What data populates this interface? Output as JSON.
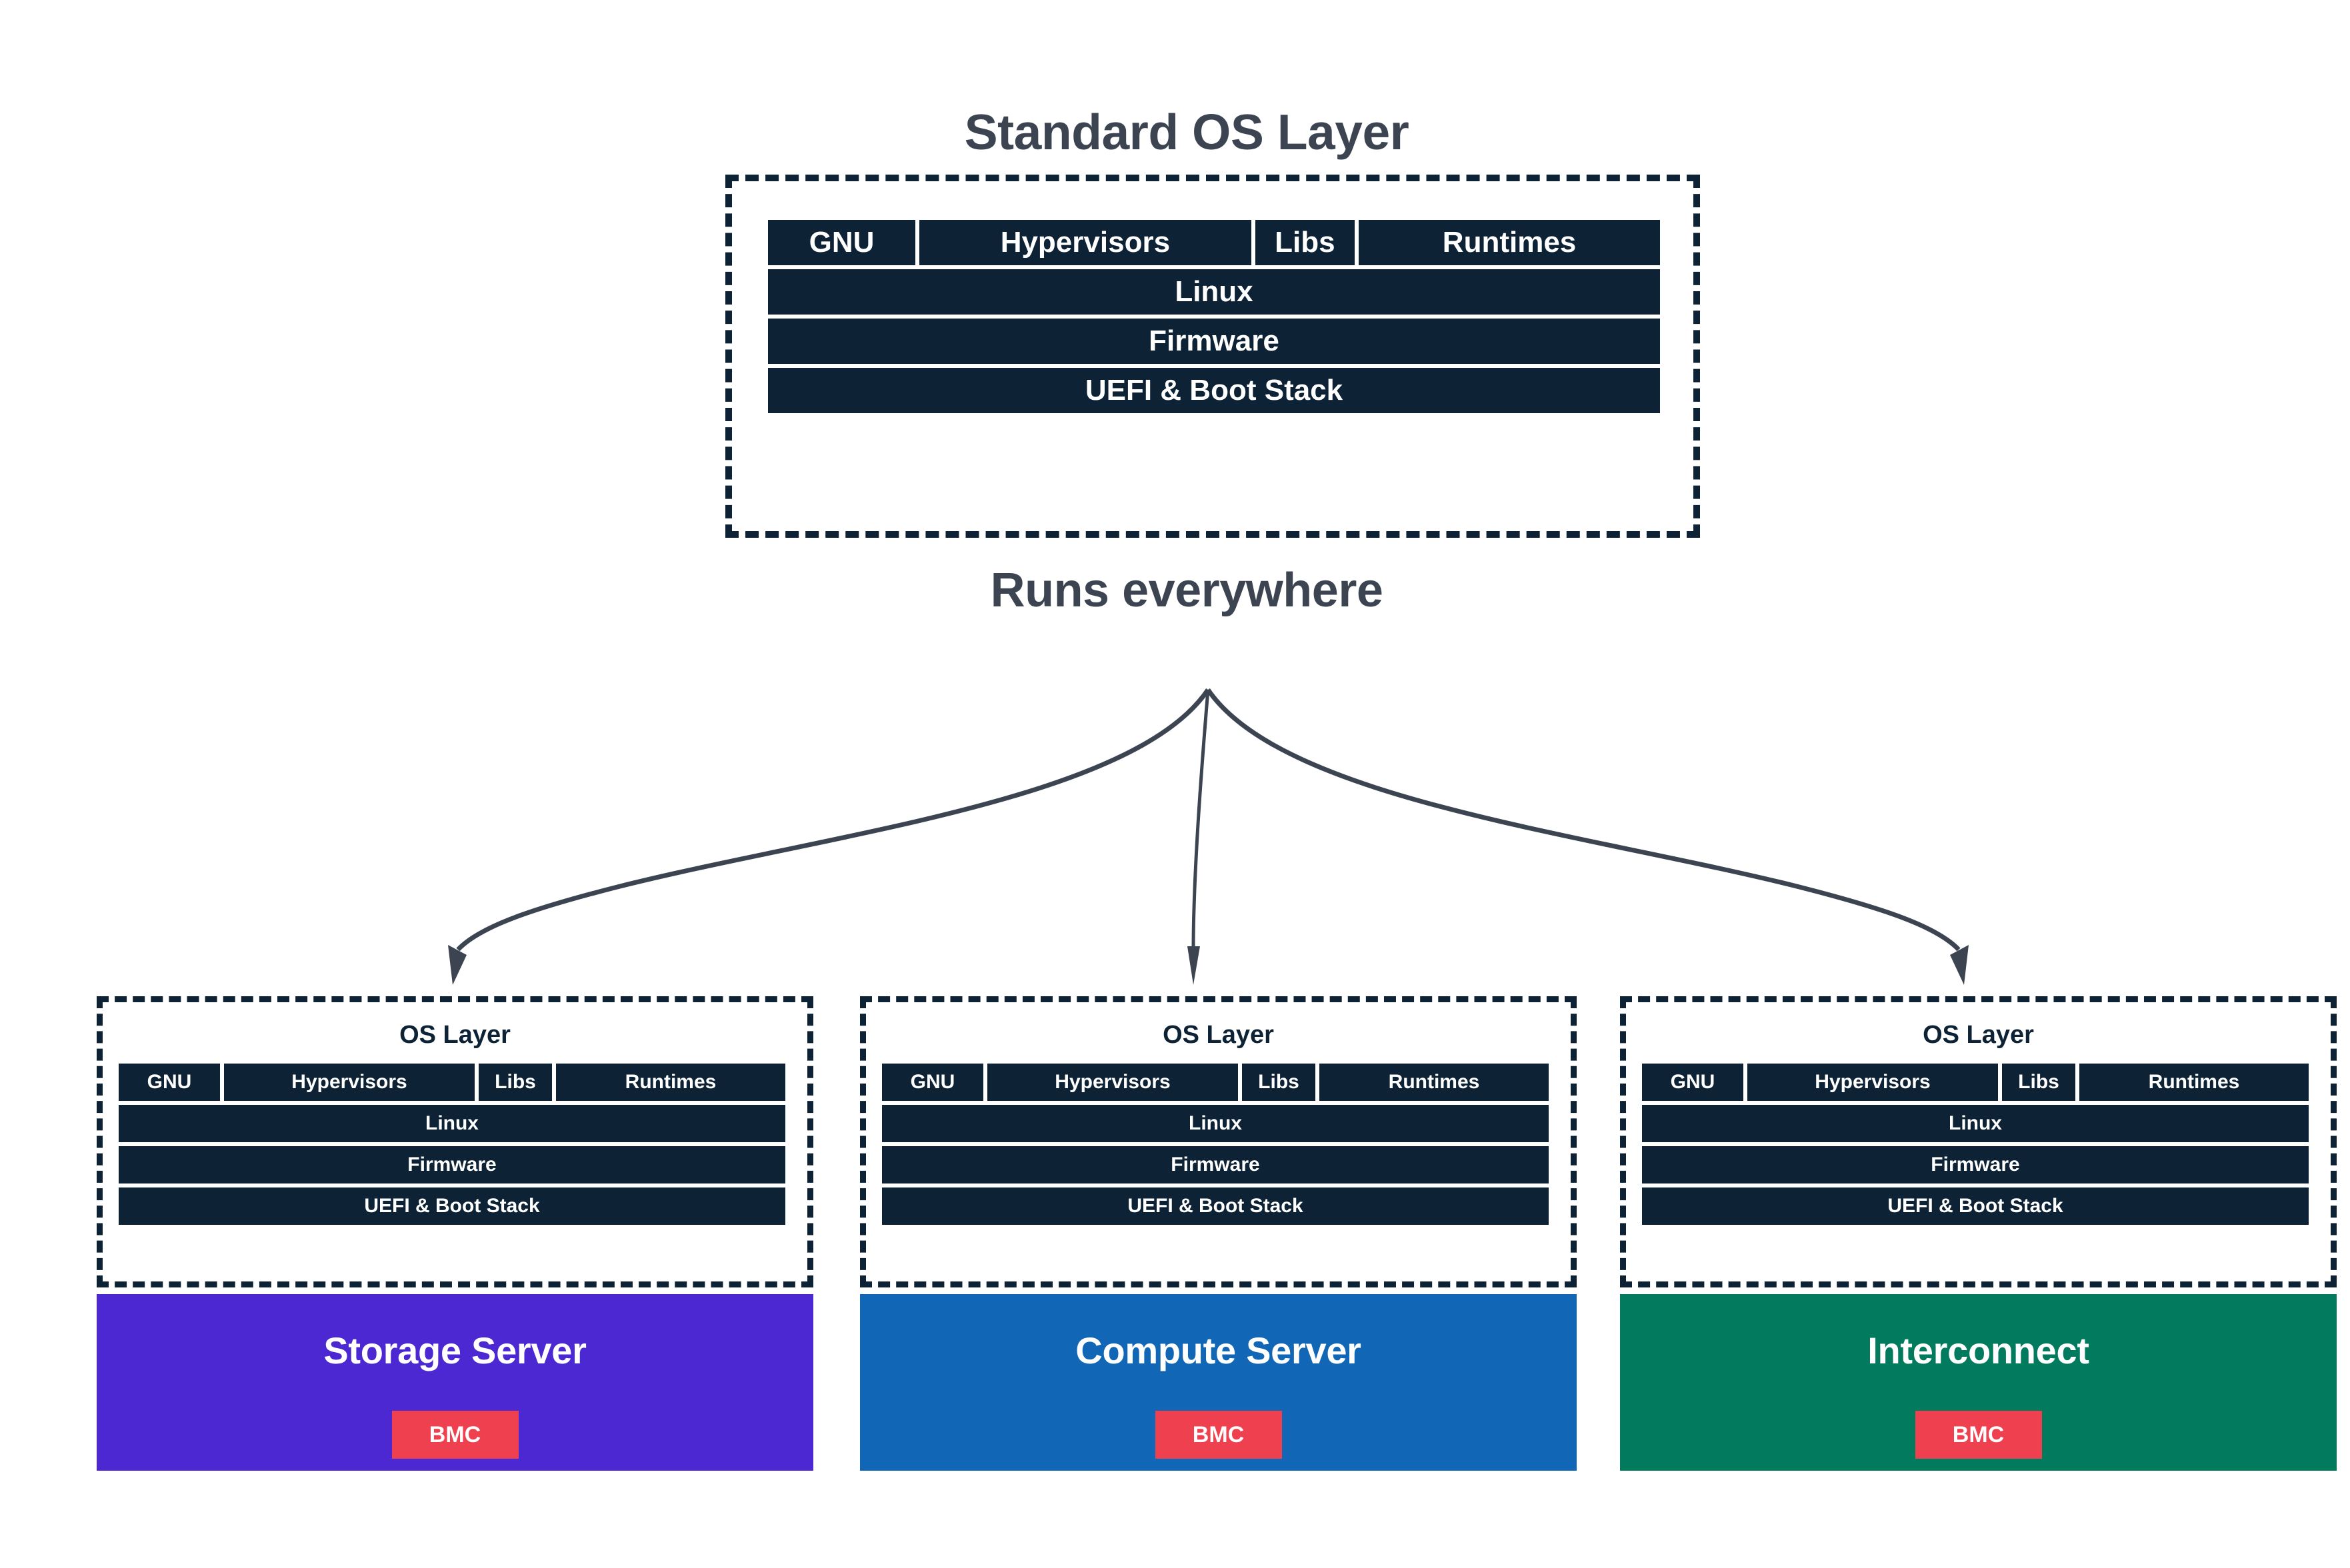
{
  "headings": {
    "top_title": "Standard OS Layer",
    "runs_everywhere": "Runs everywhere"
  },
  "colors": {
    "dark_navy": "#0d2235",
    "heading_gray": "#3d4451",
    "storage_purple": "#4c28d2",
    "compute_blue": "#1166b5",
    "interconnect_green": "#027a5e",
    "bmc_red": "#ef4050",
    "white": "#ffffff"
  },
  "top_stack": {
    "container_label": "Standard OS Layer",
    "top_row": [
      "GNU",
      "Hypervisors",
      "Libs",
      "Runtimes"
    ],
    "layers": [
      "Linux",
      "Firmware",
      "UEFI & Boot Stack"
    ]
  },
  "groups": [
    {
      "os_layer_title": "OS Layer",
      "top_row": [
        "GNU",
        "Hypervisors",
        "Libs",
        "Runtimes"
      ],
      "layers": [
        "Linux",
        "Firmware",
        "UEFI & Boot Stack"
      ],
      "server_title": "Storage Server",
      "server_color": "#4c28d2",
      "badge": "BMC"
    },
    {
      "os_layer_title": "OS Layer",
      "top_row": [
        "GNU",
        "Hypervisors",
        "Libs",
        "Runtimes"
      ],
      "layers": [
        "Linux",
        "Firmware",
        "UEFI & Boot Stack"
      ],
      "server_title": "Compute Server",
      "server_color": "#1166b5",
      "badge": "BMC"
    },
    {
      "os_layer_title": "OS Layer",
      "top_row": [
        "GNU",
        "Hypervisors",
        "Libs",
        "Runtimes"
      ],
      "layers": [
        "Linux",
        "Firmware",
        "UEFI & Boot Stack"
      ],
      "server_title": "Interconnect",
      "server_color": "#027a5e",
      "badge": "BMC"
    }
  ],
  "arrows": {
    "count": 3,
    "origin_label": "Runs everywhere",
    "targets": [
      "Storage Server OS Layer",
      "Compute Server OS Layer",
      "Interconnect OS Layer"
    ],
    "stroke": "#3d4451"
  }
}
